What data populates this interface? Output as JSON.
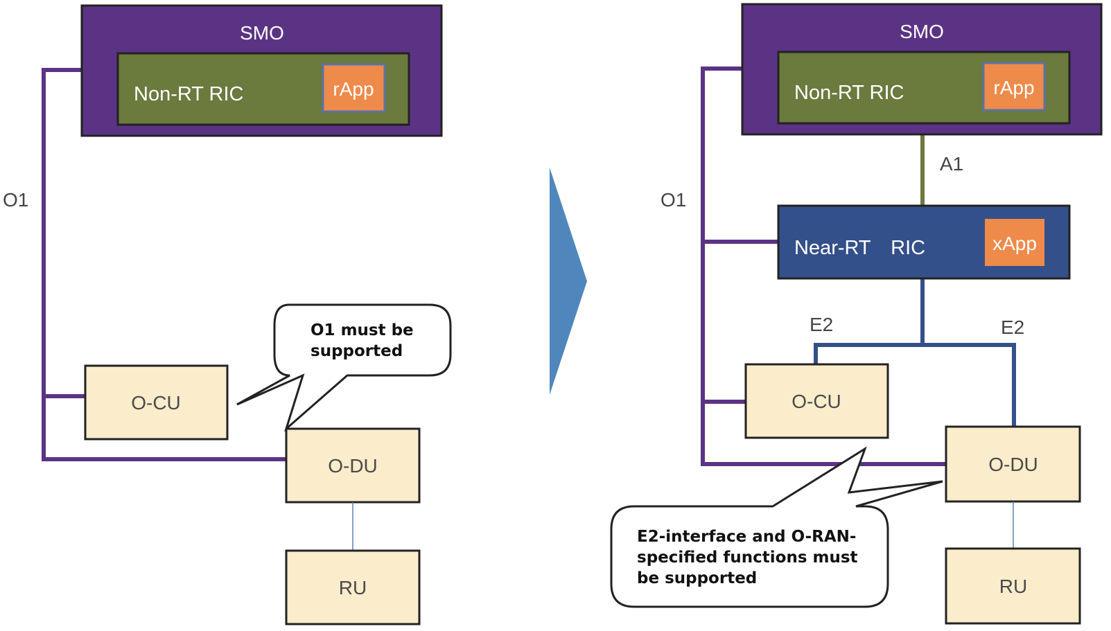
{
  "colors": {
    "smo": "#5b3384",
    "non_rt_ric": "#6b7a3d",
    "near_rt_ric": "#34508b",
    "app": "#ee8a4a",
    "app_border": "#5b73a6",
    "node": "#fbeccb",
    "o1_line": "#5b3384",
    "a1_line": "#6b7a3d",
    "e2_line": "#34508b",
    "fronthaul_line": "#5b7fb0",
    "arrow": "#4f87bd"
  },
  "left": {
    "smo": "SMO",
    "non_rt_ric": "Non-RT RIC",
    "rapp": "rApp",
    "o1": "O1",
    "o_cu": "O-CU",
    "o_du": "O-DU",
    "ru": "RU",
    "callout": [
      "O1 must be",
      "supported"
    ]
  },
  "right": {
    "smo": "SMO",
    "non_rt_ric": "Non-RT RIC",
    "rapp": "rApp",
    "a1": "A1",
    "o1": "O1",
    "near_rt_ric": "Near-RT　RIC",
    "xapp": "xApp",
    "e2_left": "E2",
    "e2_right": "E2",
    "o_cu": "O-CU",
    "o_du": "O-DU",
    "ru": "RU",
    "callout": [
      "E2-interface and O-RAN-",
      "specified functions must",
      "be supported"
    ]
  },
  "transition_icon": "right-triangle-arrow"
}
